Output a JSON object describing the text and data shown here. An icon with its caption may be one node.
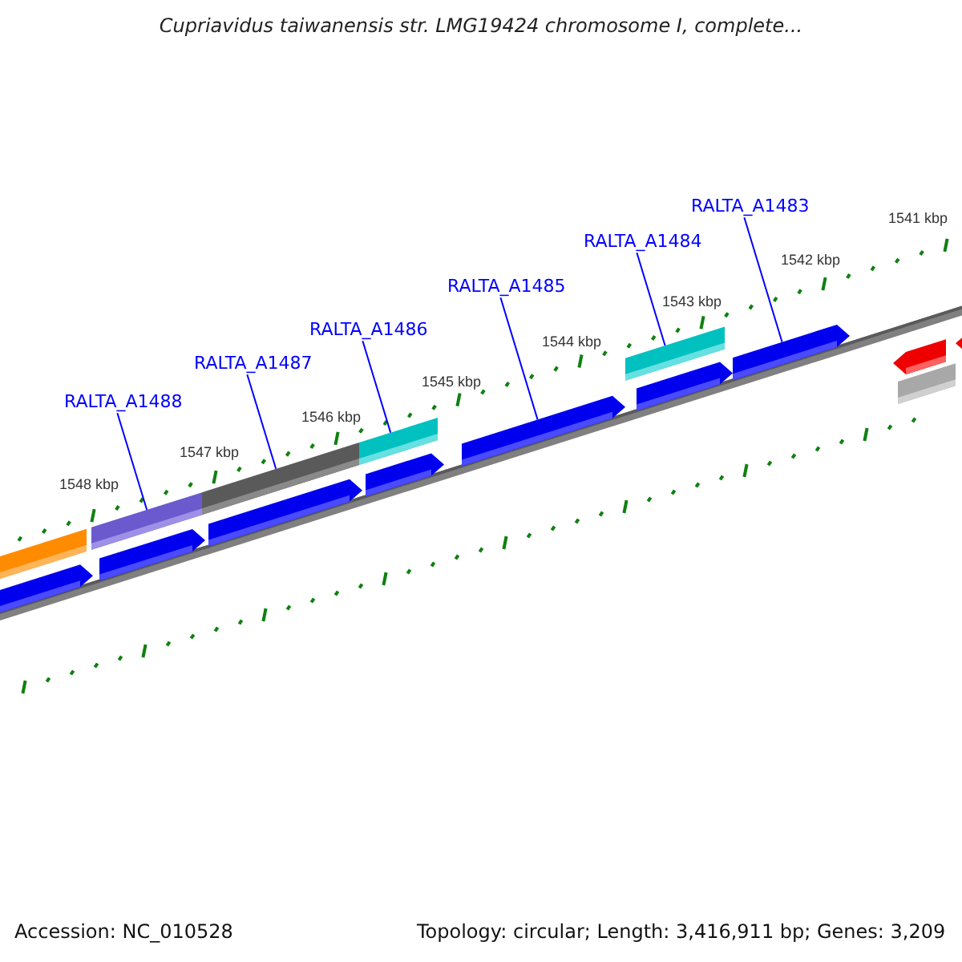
{
  "diagram": {
    "title": "Cupriavidus taiwanensis str. LMG19424 chromosome I, complete...",
    "nodes": [
      {
        "text": [
          "RALTA_A1483"
        ]
      },
      {
        "text": [
          "RALTA_A1484"
        ]
      },
      {
        "text": [
          "RALTA_A1485"
        ]
      },
      {
        "text": [
          "RALTA_A1486"
        ]
      },
      {
        "text": [
          "RALTA_A1487"
        ]
      },
      {
        "text": [
          "RALTA_A1488"
        ]
      },
      {
        "text": [],
        "shape": "bar"
      },
      {
        "text": [],
        "shape": "bar"
      },
      {
        "text": [],
        "shape": "bar"
      },
      {
        "text": [],
        "shape": "arrow"
      },
      {
        "text": [],
        "shape": "bar"
      },
      {
        "text": [],
        "shape": "arrow"
      }
    ],
    "edges": [
      {
        "from": 0,
        "to": 11,
        "arrow": "none"
      },
      {
        "from": 1,
        "to": 10,
        "arrow": "none"
      },
      {
        "from": 2,
        "to": 9,
        "arrow": "none"
      },
      {
        "from": 3,
        "to": 8,
        "arrow": "none"
      },
      {
        "from": 4,
        "to": 7,
        "arrow": "none"
      },
      {
        "from": 5,
        "to": 6,
        "arrow": "none"
      }
    ],
    "labels": [
      "1541 kbp",
      "1542 kbp",
      "1543 kbp",
      "1544 kbp",
      "1545 kbp",
      "1546 kbp",
      "1547 kbp",
      "1548 kbp",
      "Accession: NC_010528",
      "Topology: circular; Length: 3,416,911 bp; Genes: 3,209"
    ]
  }
}
